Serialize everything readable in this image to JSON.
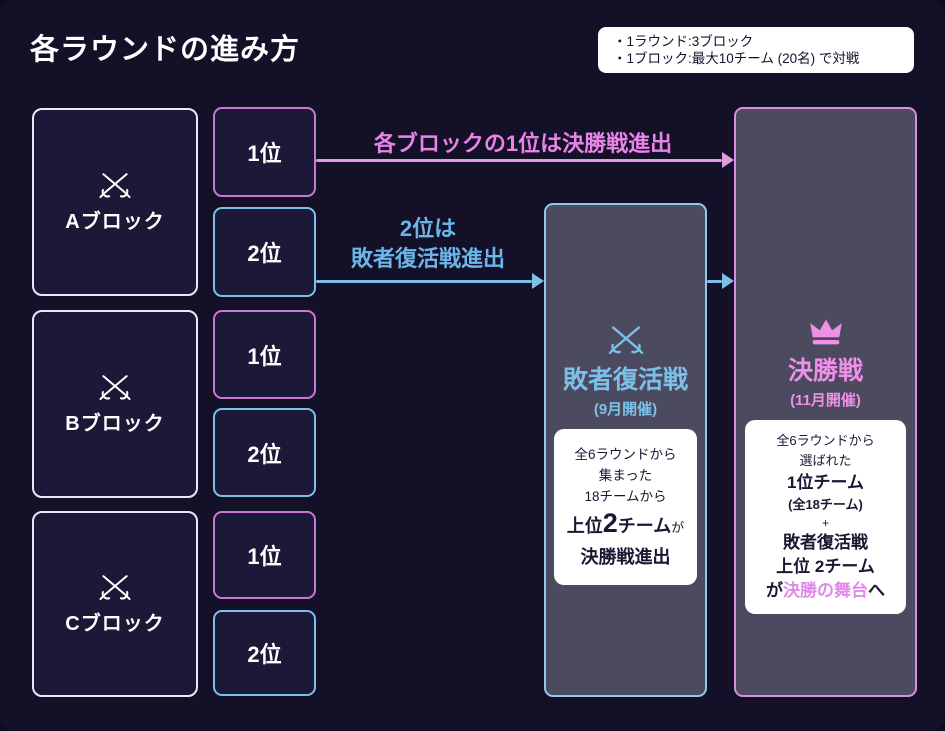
{
  "page": {
    "title": "各ラウンドの進み方",
    "info_box": {
      "lines": [
        "・1ラウンド:3ブロック",
        "・1ブロック:最大10チーム (20名) で対戦"
      ]
    }
  },
  "blocks": [
    {
      "label": "Aブロック",
      "icon": "crossed-swords-icon",
      "ranks": [
        "1位",
        "2位"
      ]
    },
    {
      "label": "Bブロック",
      "icon": "crossed-swords-icon",
      "ranks": [
        "1位",
        "2位"
      ]
    },
    {
      "label": "Cブロック",
      "icon": "crossed-swords-icon",
      "ranks": [
        "1位",
        "2位"
      ]
    }
  ],
  "arrows": {
    "finals_label": "各ブロックの1位は決勝戦進出",
    "revival_label_line1": "2位は",
    "revival_label_line2": "敗者復活戦進出"
  },
  "revival_panel": {
    "icon": "crossed-swords-icon",
    "title": "敗者復活戦",
    "subtitle": "(9月開催)",
    "card": {
      "line1": "全6ラウンドから",
      "line2": "集まった",
      "line3": "18チームから",
      "top_label": "上位",
      "top_count": "2",
      "top_team": "チーム",
      "top_suffix": "が",
      "line5": "決勝戦進出"
    }
  },
  "finals_panel": {
    "icon": "crown-icon",
    "title": "決勝戦",
    "subtitle": "(11月開催)",
    "card": {
      "line1": "全6ラウンドから",
      "line2": "選ばれた",
      "line3": "1位チーム",
      "line4": "(全18チーム)",
      "line5": "+",
      "line6": "敗者復活戦",
      "line7": "上位 2チーム",
      "line8_pre": "が",
      "line8_highlight": "決勝の舞台",
      "line8_post": "へ"
    }
  },
  "colors": {
    "background": "#131028",
    "block_fill": "#1b1838",
    "block_border": "#eae7f8",
    "accent_pink": "#e884e8",
    "accent_blue": "#6cb5e9",
    "rank1_border": "#c978d4",
    "rank2_border": "#7cc0ea",
    "panel_fill": "#4c4a5f",
    "card_bg": "#ffffff",
    "card_text": "#1a1733"
  }
}
